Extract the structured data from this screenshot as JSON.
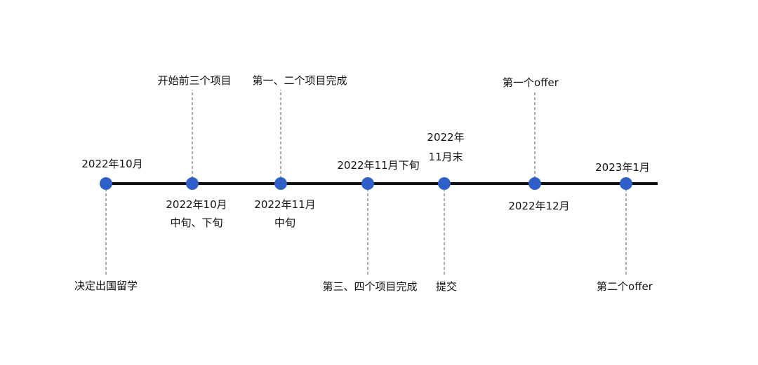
{
  "timeline": {
    "axis_color": "#111111",
    "dot_color": "#2f5fc8",
    "connector_color": "#555555",
    "events": [
      {
        "id": "e1",
        "date_lines": [
          "2022年10月"
        ],
        "event_label": "决定出国留学"
      },
      {
        "id": "e2",
        "date_lines": [
          "2022年10月",
          "中旬、下旬"
        ],
        "event_label": "开始前三个项目"
      },
      {
        "id": "e3",
        "date_lines": [
          "2022年11月",
          "中旬"
        ],
        "event_label": "第一、二个项目完成"
      },
      {
        "id": "e4",
        "date_lines": [
          "2022年11月下旬"
        ],
        "event_label": "第三、四个项目完成"
      },
      {
        "id": "e5",
        "date_lines": [
          "2022年",
          "11月末"
        ],
        "event_label": "提交"
      },
      {
        "id": "e6",
        "date_lines": [
          "2022年12月"
        ],
        "event_label": "第一个offer"
      },
      {
        "id": "e7",
        "date_lines": [
          "2023年1月"
        ],
        "event_label": "第二个offer"
      }
    ]
  }
}
